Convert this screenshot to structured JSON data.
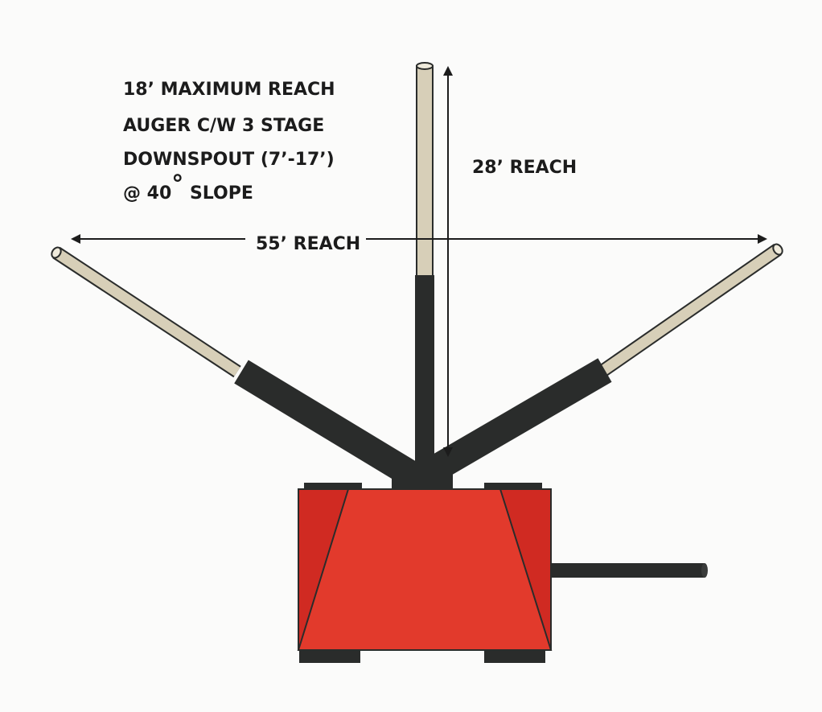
{
  "spec": {
    "line1": "18’ MAXIMUM REACH",
    "line2": "AUGER C/W 3 STAGE",
    "line3": "DOWNSPOUT (7’-17’)",
    "line4_prefix": "@ 40",
    "line4_degree": "°",
    "line4_suffix": " SLOPE"
  },
  "dimensions": {
    "horizontal_label": "55’ REACH",
    "vertical_label": "28’ REACH"
  },
  "colors": {
    "body_red": "#e23a2c",
    "body_red_shade": "#d02a22",
    "pipe_dark": "#2a2c2b",
    "pipe_tan": "#d7cfb8",
    "text": "#1c1c1c"
  }
}
